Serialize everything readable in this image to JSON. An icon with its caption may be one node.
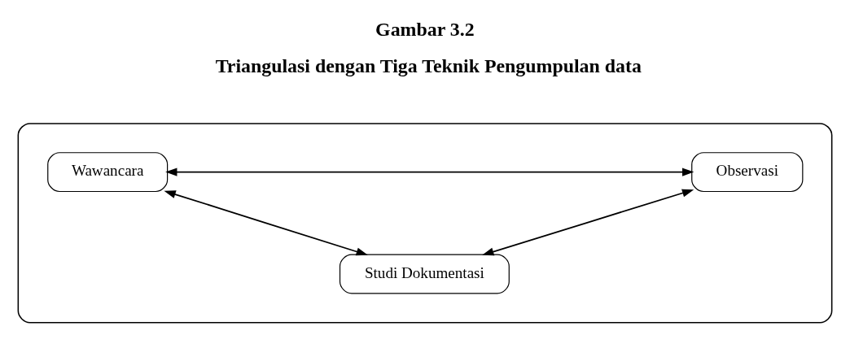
{
  "diagram": {
    "title": "Gambar 3.2",
    "nodes": [
      {
        "text": [],
        "shape": "box"
      },
      {
        "text": [
          "Wawancara"
        ],
        "in": 0
      },
      {
        "text": [
          "Observasi"
        ],
        "in": 0
      },
      {
        "text": [
          "Studi Dokumentasi"
        ],
        "in": 0
      }
    ],
    "edges": [
      {
        "from": 1,
        "to": 2,
        "arrow": "both"
      },
      {
        "from": 1,
        "to": 3,
        "arrow": "both"
      },
      {
        "from": 2,
        "to": 3,
        "arrow": "both"
      }
    ],
    "labels": [
      "Triangulasi dengan Tiga Teknik Pengumpulan data"
    ]
  }
}
